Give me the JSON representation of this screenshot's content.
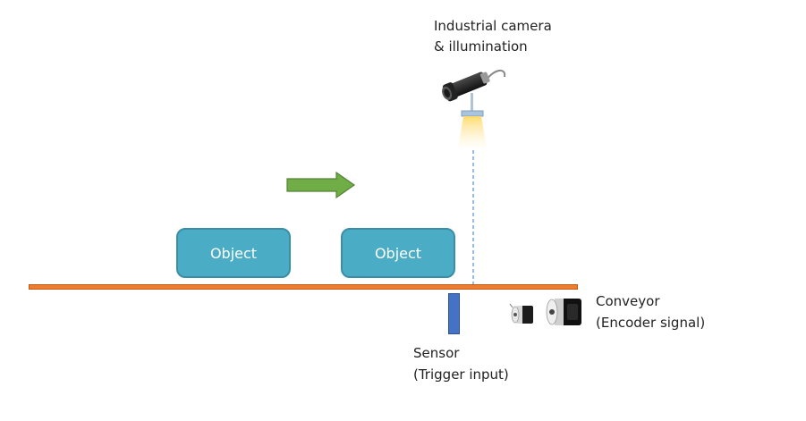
{
  "camera": {
    "label_line1": "Industrial camera",
    "label_line2": "& illumination"
  },
  "objects": [
    {
      "label": "Object"
    },
    {
      "label": "Object"
    }
  ],
  "conveyor": {
    "label_line1": "Conveyor",
    "label_line2": "(Encoder signal)"
  },
  "sensor": {
    "label_line1": "Sensor",
    "label_line2": "(Trigger input)"
  },
  "colors": {
    "object_fill": "#4bacc6",
    "belt": "#ed7d31",
    "sensor": "#4472c4",
    "arrow": "#70ad47",
    "scan_line": "#5b9bd5"
  }
}
